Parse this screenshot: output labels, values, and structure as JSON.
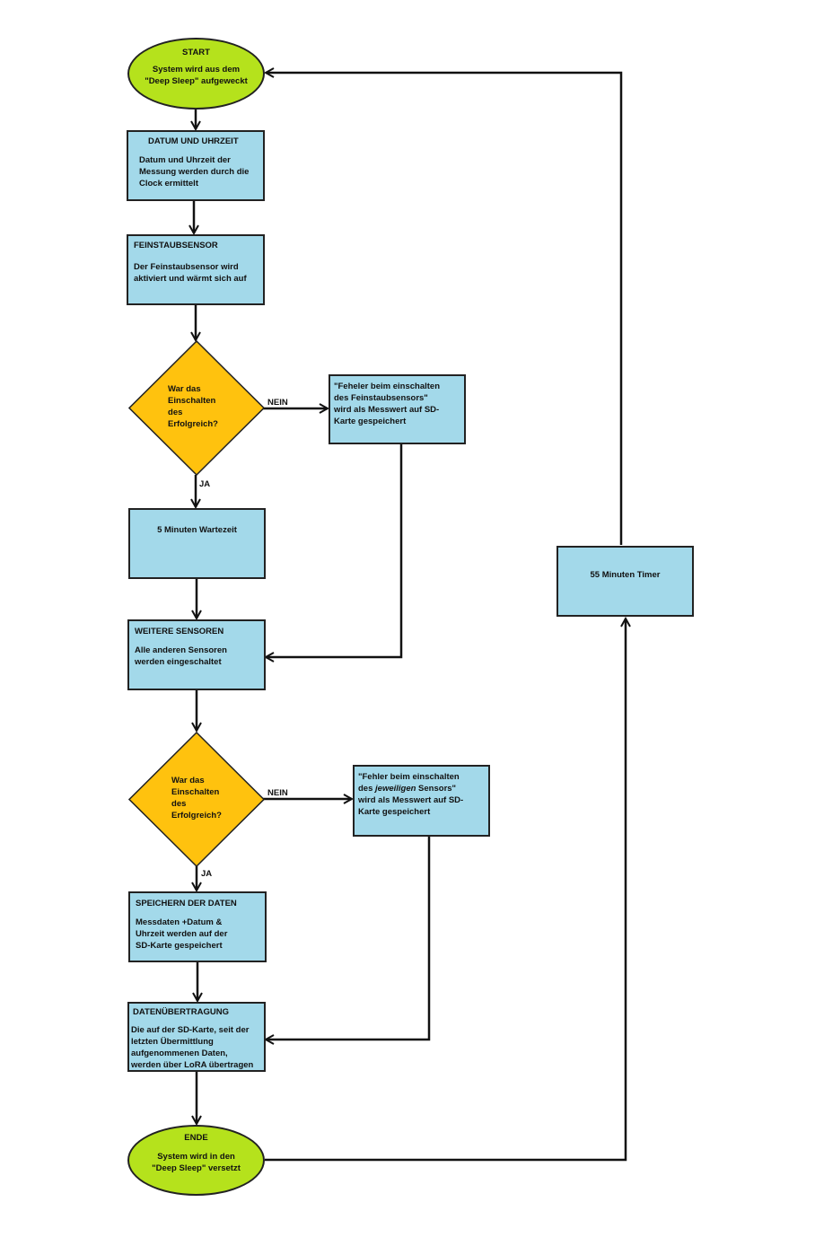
{
  "nodes": {
    "start": {
      "title": "START",
      "text_line1": "System wird aus dem",
      "text_line2": "\"Deep Sleep\" aufgeweckt"
    },
    "datum": {
      "title": "DATUM UND UHRZEIT",
      "text_line1": "Datum und Uhrzeit der",
      "text_line2": "Messung werden durch die",
      "text_line3": "Clock ermittelt"
    },
    "feinstaub": {
      "title": "FEINSTAUBSENSOR",
      "text_line1": "Der Feinstaubsensor wird",
      "text_line2": "aktiviert und wärmt sich auf"
    },
    "decision1": {
      "line1": "War das",
      "line2": "Einschalten",
      "line3": "des",
      "line4": "Erfolgreich?"
    },
    "error1": {
      "line1": "\"Feheler beim einschalten",
      "line2": "des Feinstaubsensors\"",
      "line3": "wird als Messwert auf SD-",
      "line4": "Karte gespeichert"
    },
    "wartezeit": {
      "text": "5 Minuten Wartezeit"
    },
    "weitere": {
      "title": "WEITERE SENSOREN",
      "text_line1": "Alle anderen Sensoren",
      "text_line2": "werden eingeschaltet"
    },
    "decision2": {
      "line1": "War das",
      "line2": "Einschalten",
      "line3": "des",
      "line4": "Erfolgreich?"
    },
    "error2": {
      "line1": "\"Fehler beim einschalten",
      "line2_pre": "des ",
      "line2_em": "jeweiligen",
      "line2_post": " Sensors\"",
      "line3": "wird als Messwert auf SD-",
      "line4": "Karte gespeichert"
    },
    "speichern": {
      "title": "SPEICHERN DER DATEN",
      "text_line1": "Messdaten +Datum &",
      "text_line2": "Uhrzeit werden auf der",
      "text_line3": "SD-Karte gespeichert"
    },
    "uebertragung": {
      "title": "DATENÜBERTRAGUNG",
      "text_line1": "Die auf der SD-Karte, seit der",
      "text_line2": "letzten Übermittlung",
      "text_line3": "aufgenommenen Daten,",
      "text_line4": "werden über LoRA übertragen"
    },
    "ende": {
      "title": "ENDE",
      "text_line1": "System wird in den",
      "text_line2": "\"Deep Sleep\" versetzt"
    },
    "timer": {
      "text": "55 Minuten Timer"
    }
  },
  "labels": {
    "nein1": "NEIN",
    "ja1": "JA",
    "nein2": "NEIN",
    "ja2": "JA"
  },
  "colors": {
    "box_fill": "#a3d9ea",
    "terminal_fill": "#b5e21c",
    "decision_fill": "#ffc20e",
    "line": "#111111"
  }
}
